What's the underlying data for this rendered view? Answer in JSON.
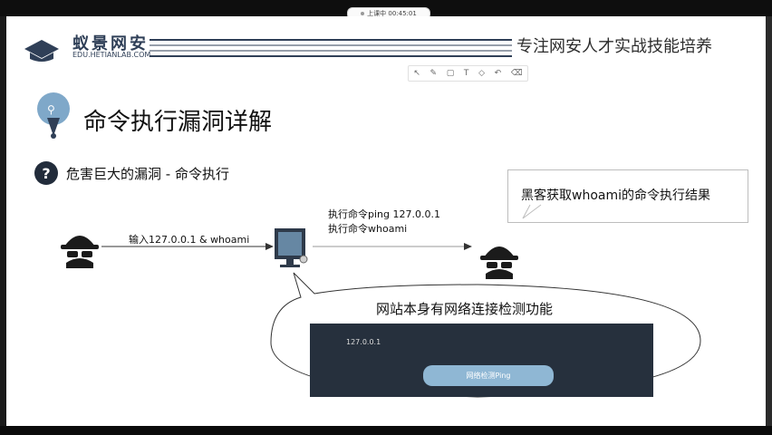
{
  "recording": {
    "label": "上课中 00:45:01"
  },
  "brand": {
    "name": "蚁景网安",
    "url": "EDU.HETIANLAB.COM"
  },
  "header": {
    "slogan": "专注网安人才实战技能培养"
  },
  "toolbar": {
    "icons": [
      "pointer-icon",
      "pen-icon",
      "note-icon",
      "text-icon",
      "eraser-icon",
      "undo-icon",
      "clear-icon"
    ]
  },
  "slide": {
    "title": "命令执行漏洞详解",
    "subtitle": "危害巨大的漏洞 - 命令执行",
    "callout": "黑客获取whoami的命令执行结果",
    "arrow1_label": "输入127.0.0.1 & whoami",
    "exec_line1": "执行命令ping 127.0.0.1",
    "exec_line2": "执行命令whoami",
    "feature": "网站本身有网络连接检测功能",
    "panel_ip": "127.0.0.1",
    "panel_button": "网络检测Ping"
  },
  "colors": {
    "brand": "#2f3f57",
    "panel": "#26303d",
    "button": "#8fb7d4",
    "slide_bg": "#ffffff"
  }
}
